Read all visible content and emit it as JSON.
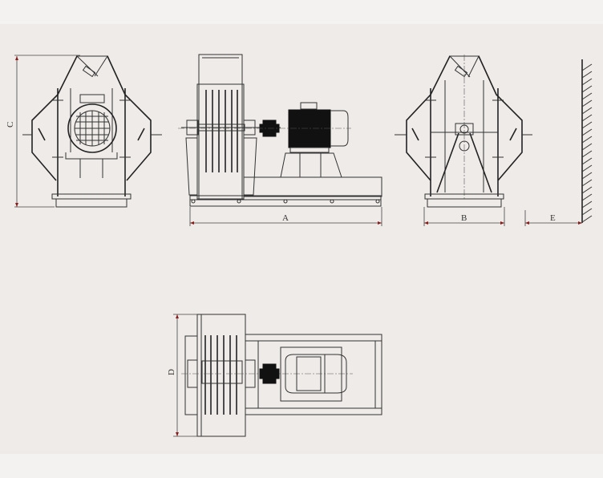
{
  "drawing": {
    "dimension_labels": {
      "A": "A",
      "B": "B",
      "C": "C",
      "D": "D",
      "E": "E"
    },
    "views": [
      "front-view",
      "side-view",
      "rear-view",
      "top-view"
    ]
  }
}
